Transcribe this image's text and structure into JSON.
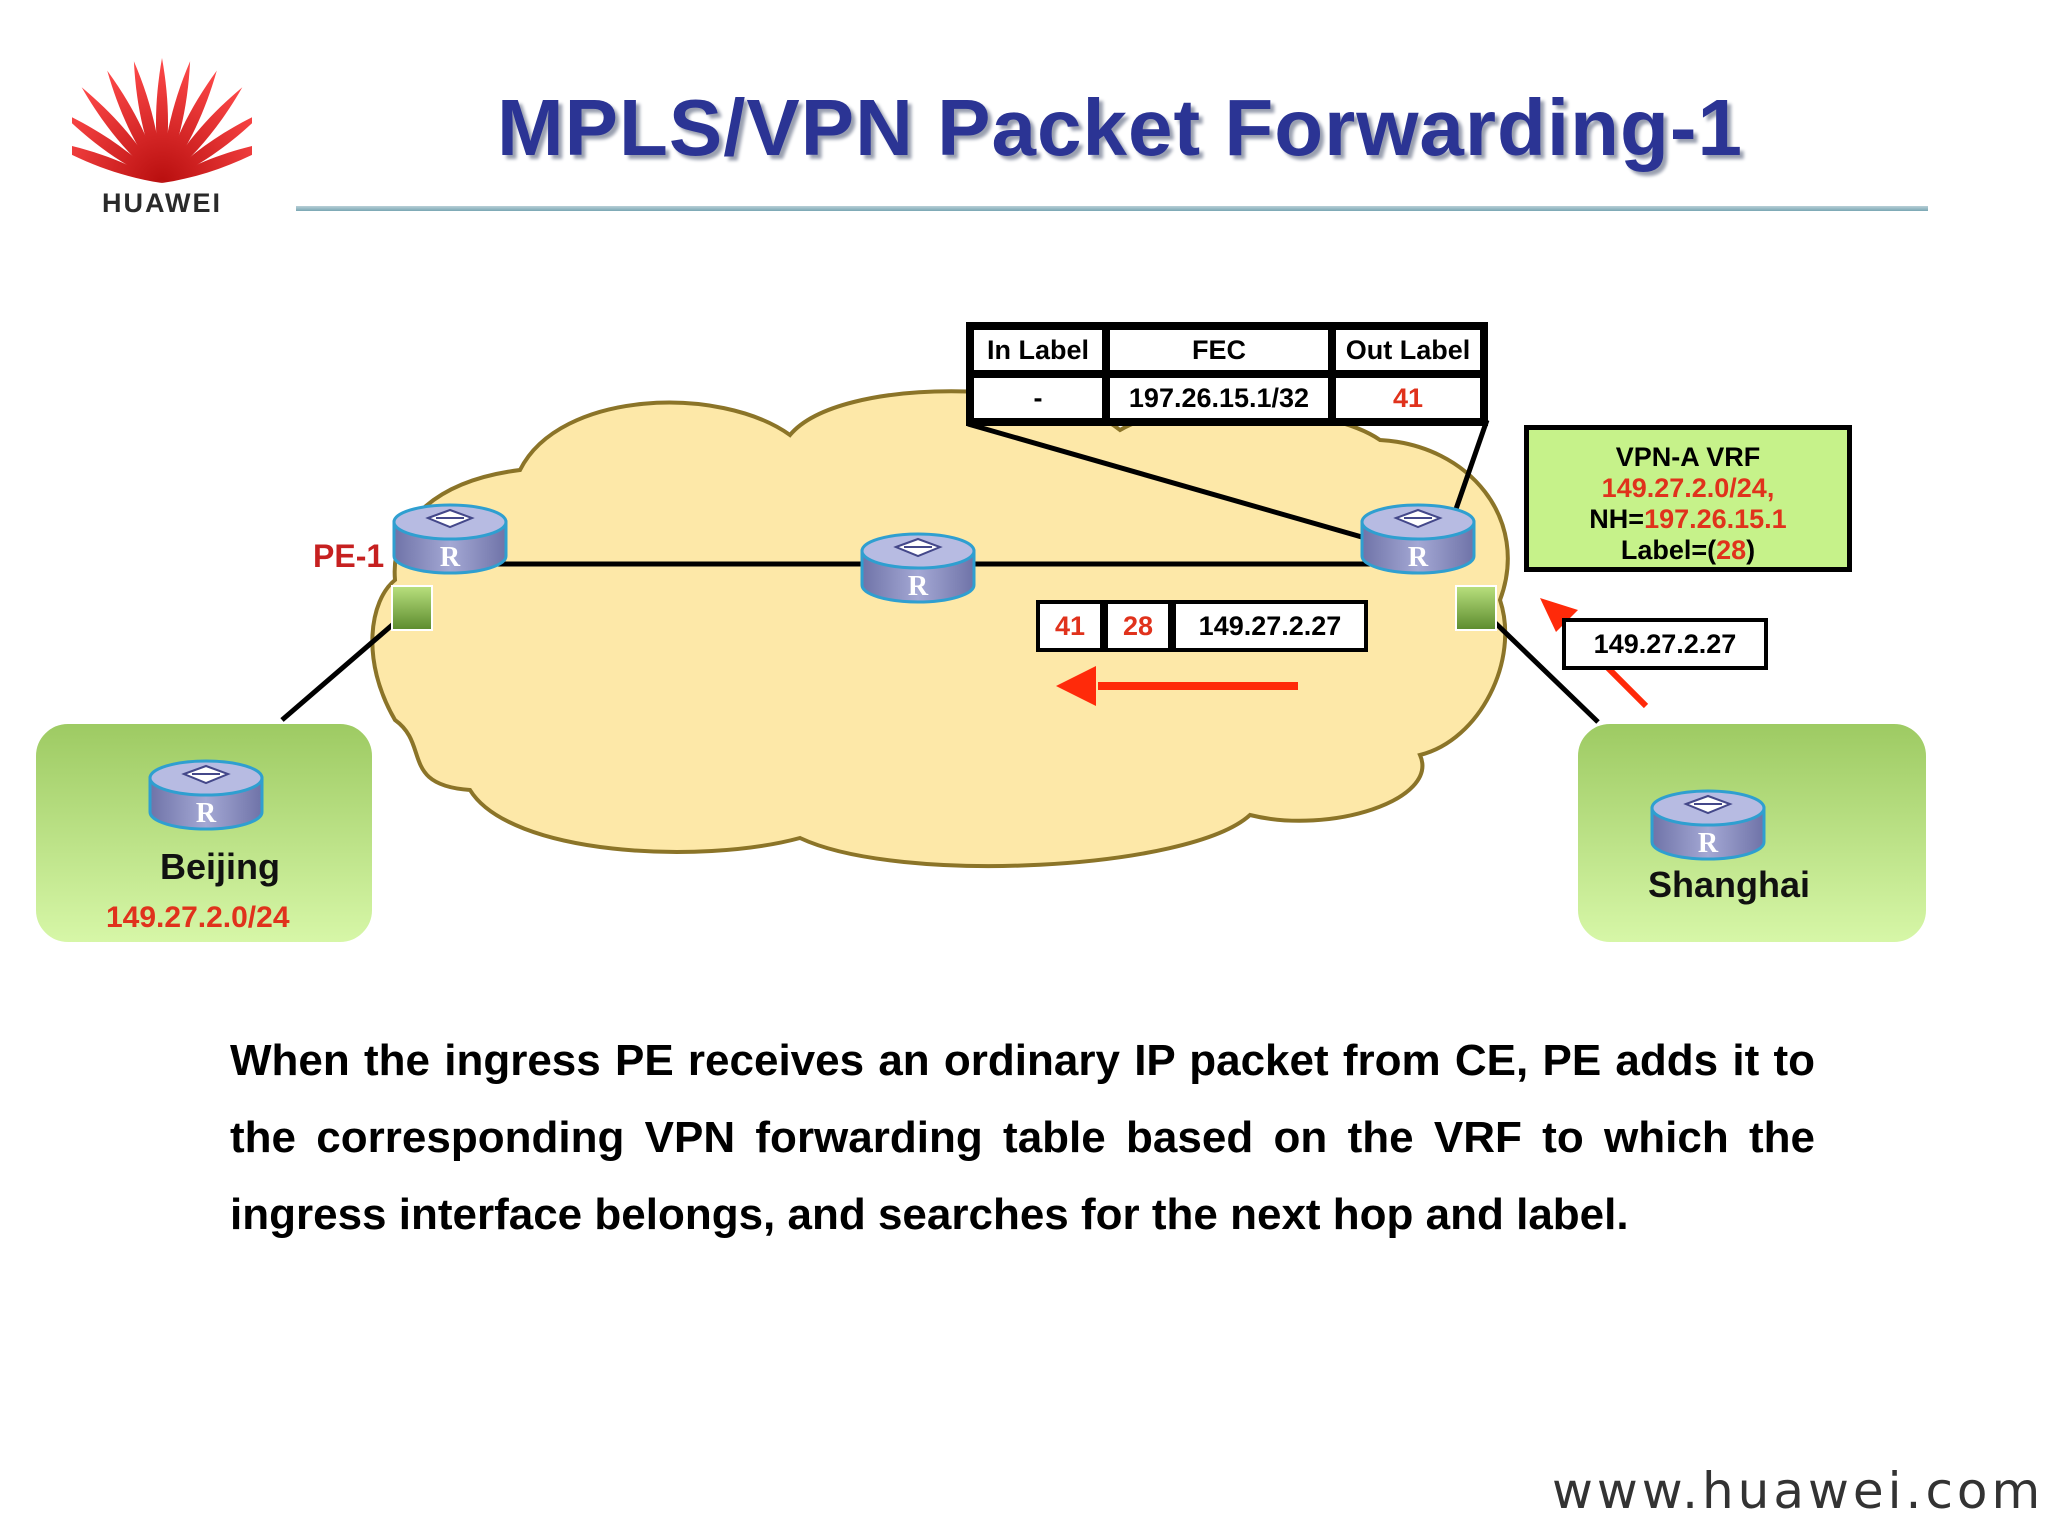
{
  "title": "MPLS/VPN Packet Forwarding-1",
  "logo": {
    "text": "HUAWEI",
    "icon": "huawei-petal-logo-icon",
    "color": "#e02020"
  },
  "pe1_label": "PE-1",
  "router_glyph": "R",
  "sites": {
    "beijing": {
      "name": "Beijing",
      "network": "149.27.2.0/24"
    },
    "shanghai": {
      "name": "Shanghai"
    }
  },
  "lfib": {
    "headers": [
      "In Label",
      "FEC",
      "Out Label"
    ],
    "row": {
      "in": "-",
      "fec": "197.26.15.1/32",
      "out": "41"
    }
  },
  "vrf": {
    "title": "VPN-A VRF",
    "prefix": "149.27.2.0/24,",
    "nh_label": "NH=",
    "nh": "197.26.15.1",
    "label_prefix": "Label=(",
    "label": "28",
    "label_suffix": ")"
  },
  "labeled_packet": {
    "outer": "41",
    "inner": "28",
    "ip": "149.27.2.27"
  },
  "incoming_packet": {
    "ip": "149.27.2.27"
  },
  "paragraph": "When the ingress PE receives an ordinary IP packet from CE, PE adds it to the corresponding VPN forwarding table based on the VRF to which the ingress interface belongs, and searches for the next hop and label.",
  "footer_url": "www.huawei.com",
  "colors": {
    "title": "#2b3494",
    "accent_red": "#e0321c",
    "cloud": "#fde8a8",
    "vrf_box": "#c6f28a",
    "site_green": "#a8d46a"
  }
}
